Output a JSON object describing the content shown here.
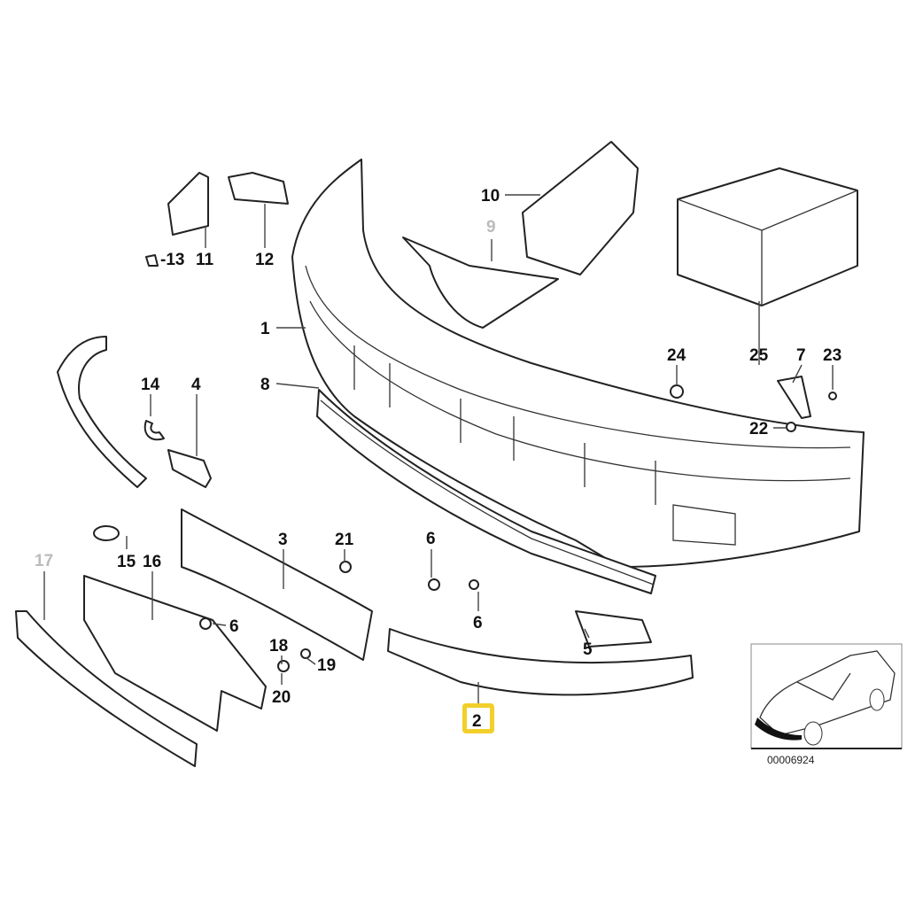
{
  "diagram": {
    "callouts": {
      "p1": "1",
      "p2": "2",
      "p3": "3",
      "p4": "4",
      "p5": "5",
      "p6a": "6",
      "p6b": "6",
      "p6c": "6",
      "p7": "7",
      "p8": "8",
      "p9": "9",
      "p10": "10",
      "p11": "11",
      "p12": "12",
      "p13": "-13",
      "p14": "14",
      "p15": "15",
      "p16": "16",
      "p17": "17",
      "p18": "18",
      "p19": "19",
      "p20": "20",
      "p21": "21",
      "p22": "22",
      "p23": "23",
      "p24": "24",
      "p25": "25"
    },
    "highlighted_part": "2",
    "inset_code": "00006924",
    "colors": {
      "highlight": "#f2cf2a",
      "unavailable_label": "#bbbbbb"
    }
  }
}
